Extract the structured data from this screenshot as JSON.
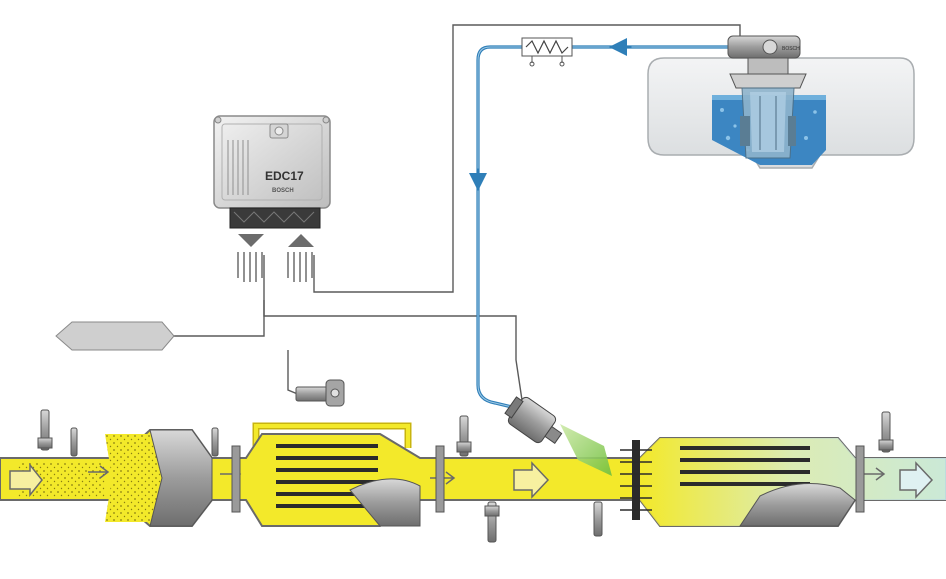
{
  "ecu": {
    "label": "EDC17",
    "brand": "BOSCH"
  },
  "module": {
    "brand": "BOSCH"
  },
  "colors": {
    "exhaust_yellow": "#f3e92a",
    "fluid_blue": "#2f7fb8",
    "tank_grey": "#e9ebec",
    "dosing_green": "#9fd36b",
    "clean_exhaust": "#cdebe8",
    "metal": "#9a9a9a",
    "line": "#5a5a5a"
  },
  "icons": [
    "ecu-icon",
    "tank-icon",
    "pump-module-icon",
    "filter-icon",
    "dosing-valve-icon",
    "sensor-icon",
    "catalyst-icon",
    "arrow-icon"
  ]
}
